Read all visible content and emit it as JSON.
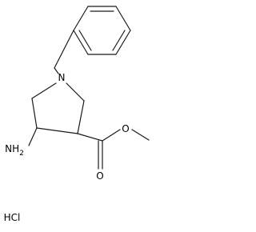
{
  "molecule": {
    "nitrogen_label": "N",
    "amine_label": "NH",
    "amine_subscript": "2",
    "carbonyl_oxygen_label": "O",
    "ester_oxygen_label": "O",
    "salt_label": "HCl"
  }
}
